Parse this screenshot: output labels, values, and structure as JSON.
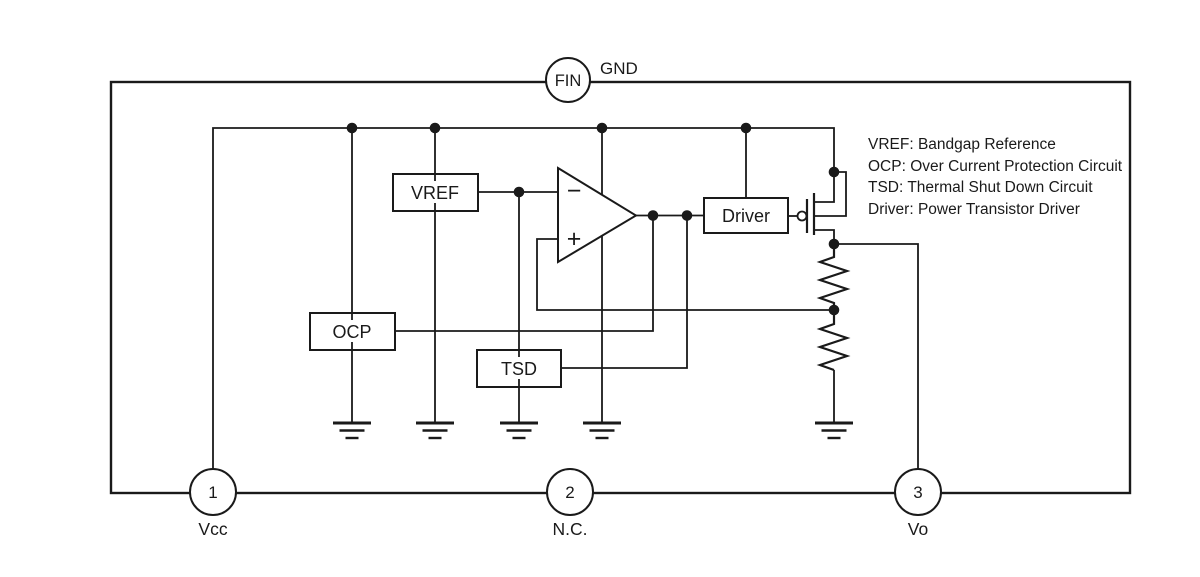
{
  "colors": {
    "line": "#1a1a1a",
    "background": "#ffffff"
  },
  "package": {
    "pad_label": "FIN",
    "pad_net": "GND"
  },
  "pins": [
    {
      "number": "1",
      "name": "Vcc"
    },
    {
      "number": "2",
      "name": "N.C."
    },
    {
      "number": "3",
      "name": "Vo"
    }
  ],
  "blocks": {
    "vref": "VREF",
    "ocp": "OCP",
    "tsd": "TSD",
    "driver": "Driver"
  },
  "opamp": {
    "inverting": "−",
    "noninverting": "+"
  },
  "legend": [
    "VREF: Bandgap Reference",
    "OCP: Over Current Protection Circuit",
    "TSD: Thermal Shut Down Circuit",
    "Driver: Power Transistor Driver"
  ]
}
